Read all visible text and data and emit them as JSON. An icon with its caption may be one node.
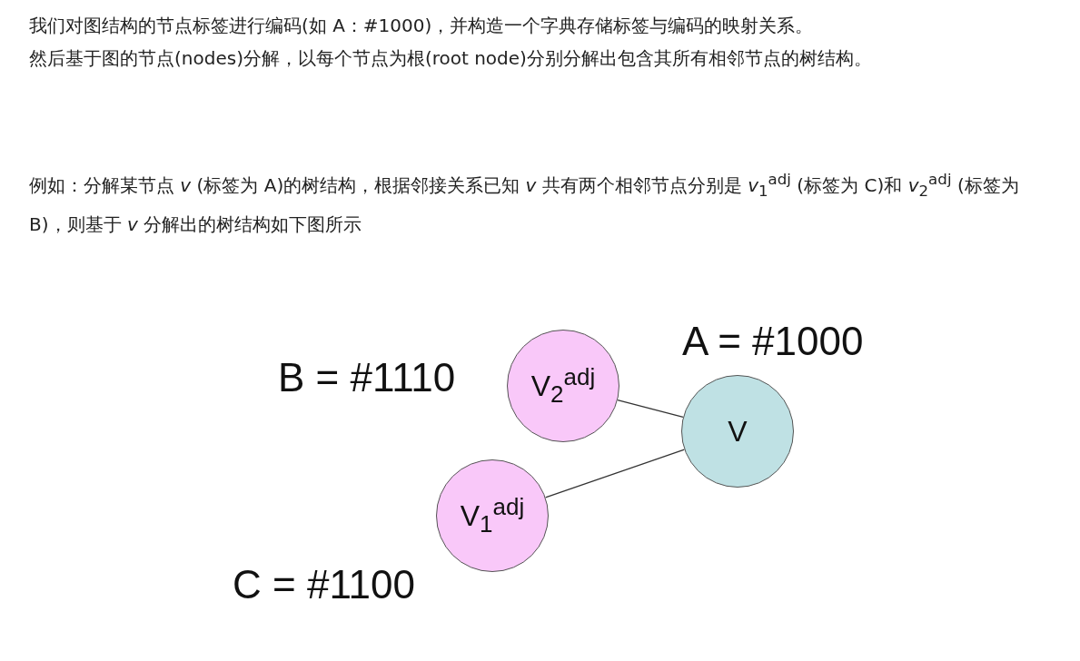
{
  "diagram": {
    "nodes": [
      {
        "text": [
          "V$_{2}$$^{adj}$"
        ],
        "beside": [
          "B = #1110"
        ]
      },
      {
        "text": [
          "V"
        ],
        "beside": [
          "A = #1000"
        ]
      },
      {
        "text": [
          "V$_{1}$$^{adj}$"
        ],
        "beside": [
          "C = #1100"
        ]
      }
    ],
    "edges": [
      {
        "from": 0,
        "to": 1,
        "arrow": "none"
      },
      {
        "from": 2,
        "to": 1,
        "arrow": "none"
      }
    ],
    "labels": [
      "我们对图结构的节点标签进行编码(如 A：#1000)，并构造一个字典存储标签与编码的映射关系。",
      "然后基于图的节点(nodes)分解，以每个节点为根(root node)分别分解出包含其所有相邻节点的树结构。",
      "例如：分解某节点 *v* (标签为 A)的树结构，根据邻接关系已知 *v* 共有两个相邻节点分别是 *v*$_{1}$$^{adj}$ (标签为 C)和 *v*$_{2}$$^{adj}$ (标签为 B)，则基于 *v* 分解出的树结构如下图所示"
    ]
  }
}
